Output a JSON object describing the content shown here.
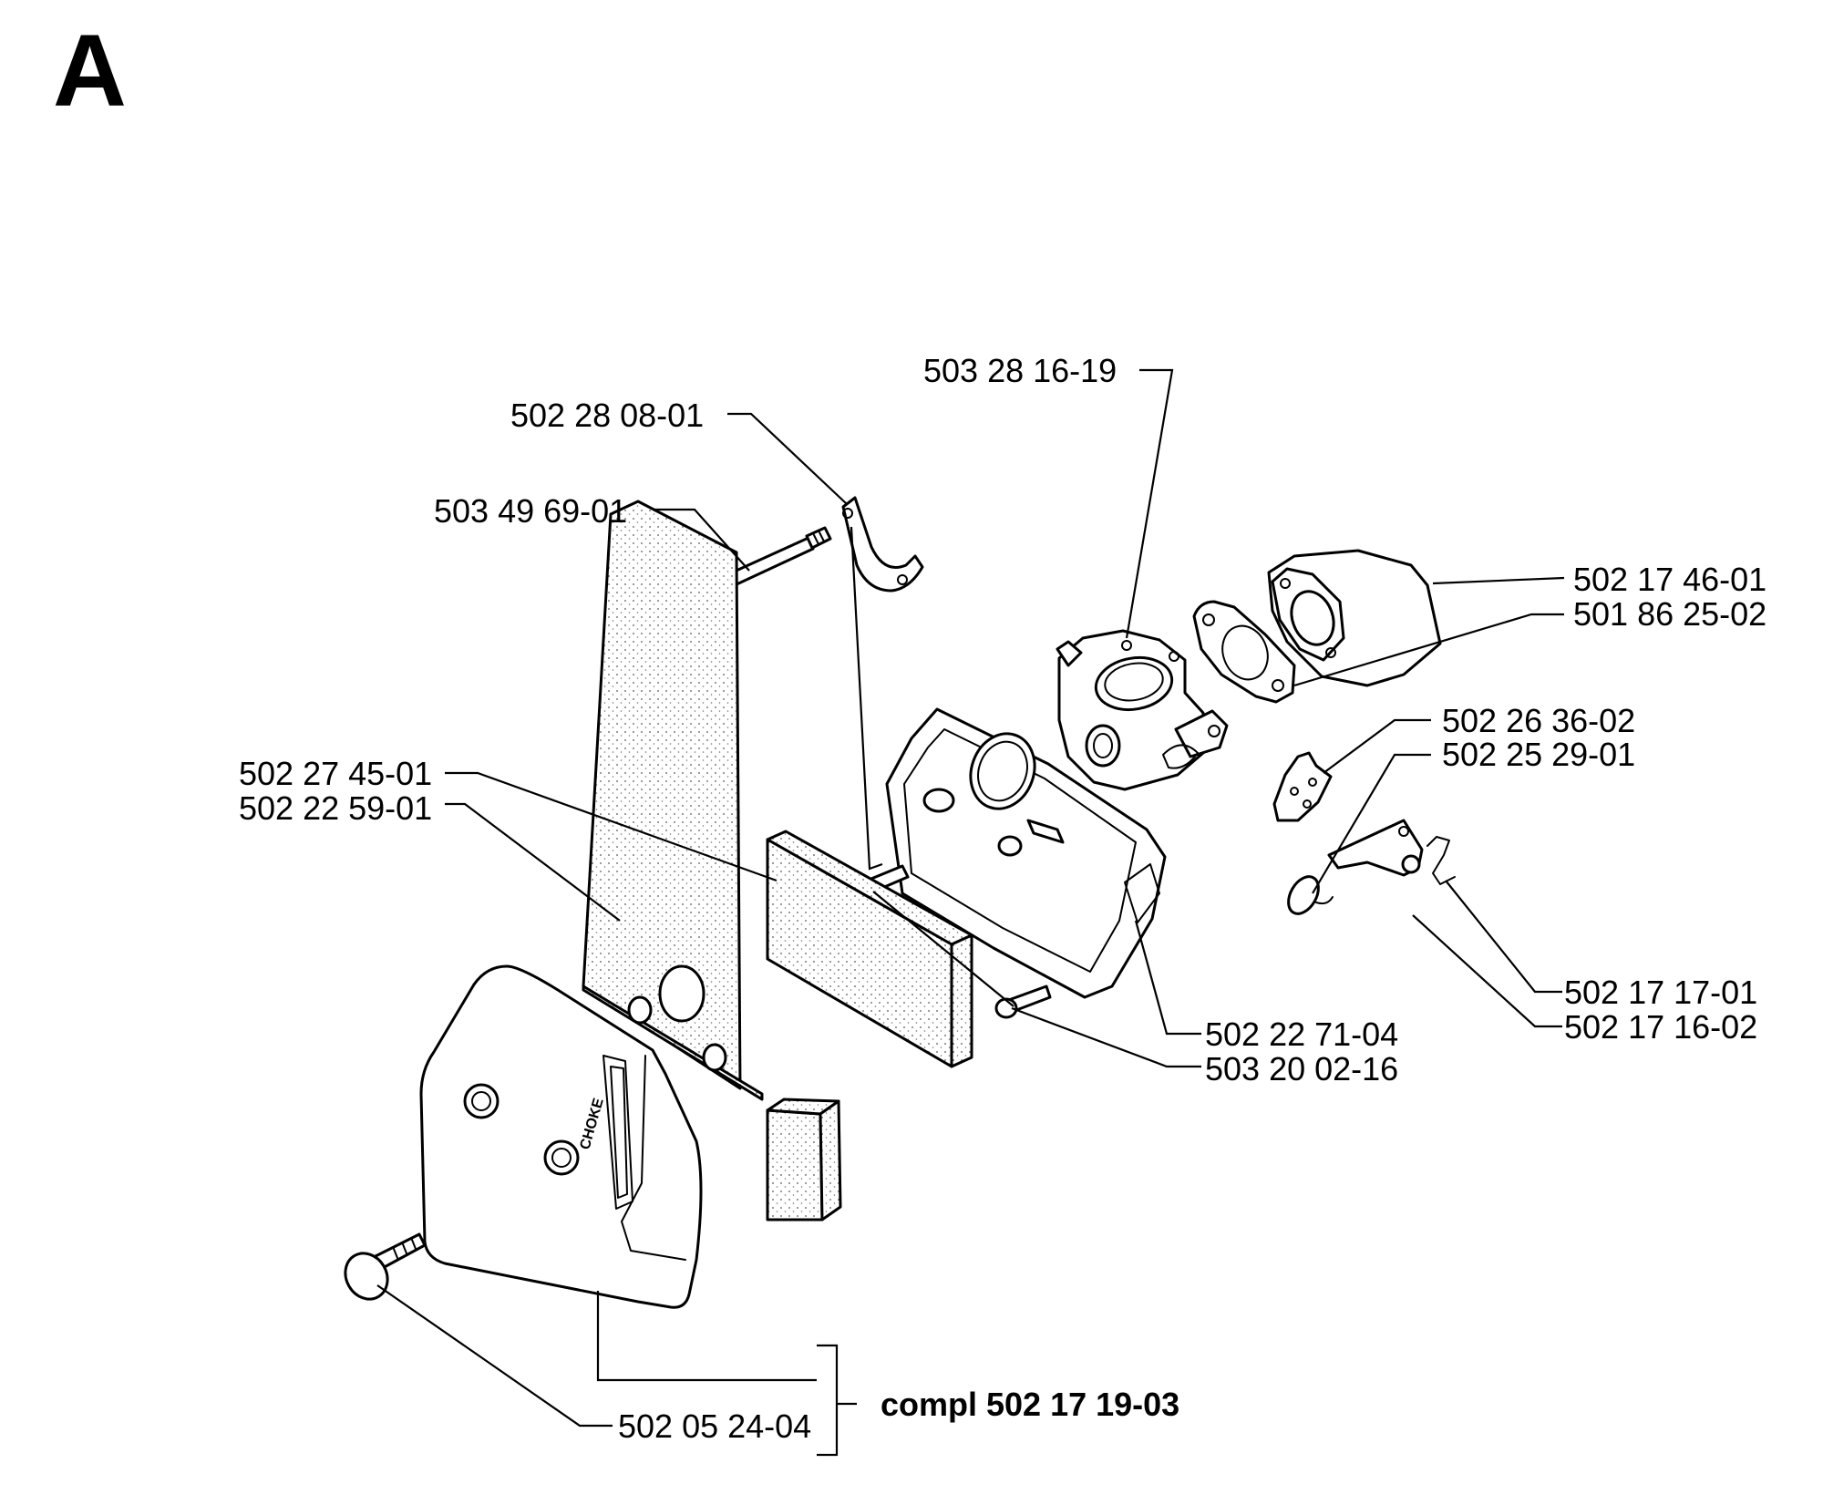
{
  "section_letter": "A",
  "parts": {
    "p_503281619": "503 28 16-19",
    "p_502280801": "502 28 08-01",
    "p_503496901": "503 49 69-01",
    "p_502174601": "502 17 46-01",
    "p_501862502": "501 86 25-02",
    "p_502263602": "502 26 36-02",
    "p_502252901": "502 25 29-01",
    "p_502274501": "502 27 45-01",
    "p_502225901": "502 22 59-01",
    "p_502171701": "502 17 17-01",
    "p_502171602": "502 17 16-02",
    "p_502227104": "502 22 71-04",
    "p_503200216": "503 20 02-16",
    "p_502052404": "502 05 24-04"
  },
  "assembly": {
    "label": "compl 502 17 19-03"
  },
  "cover_marking": "CHOKE"
}
